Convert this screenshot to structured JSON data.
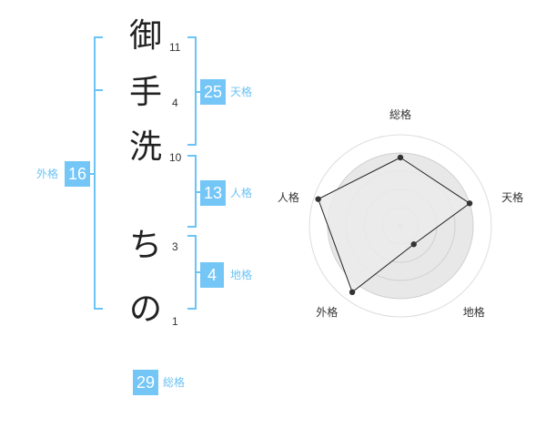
{
  "name": {
    "chars": [
      "御",
      "手",
      "洗",
      "ち",
      "の"
    ],
    "strokes": [
      "11",
      "4",
      "10",
      "3",
      "1"
    ]
  },
  "kakusu": {
    "tenkaku": {
      "value": "25",
      "label": "天格"
    },
    "jinkaku": {
      "value": "13",
      "label": "人格"
    },
    "chikaku": {
      "value": "4",
      "label": "地格"
    },
    "gaikaku": {
      "value": "16",
      "label": "外格"
    },
    "soukaku": {
      "value": "29",
      "label": "総格"
    }
  },
  "chart_data": {
    "type": "radar",
    "axes": [
      "総格",
      "天格",
      "地格",
      "外格",
      "人格"
    ],
    "values": [
      0.75,
      0.8,
      0.25,
      0.9,
      0.95
    ],
    "rings": 5,
    "colors": {
      "fill": "#f0f0f0",
      "ring_fill": "#e8e8e8",
      "stroke": "#222222",
      "point": "#333333"
    }
  },
  "colors": {
    "accent": "#74c6f7",
    "bracket": "#6cc3f5"
  }
}
